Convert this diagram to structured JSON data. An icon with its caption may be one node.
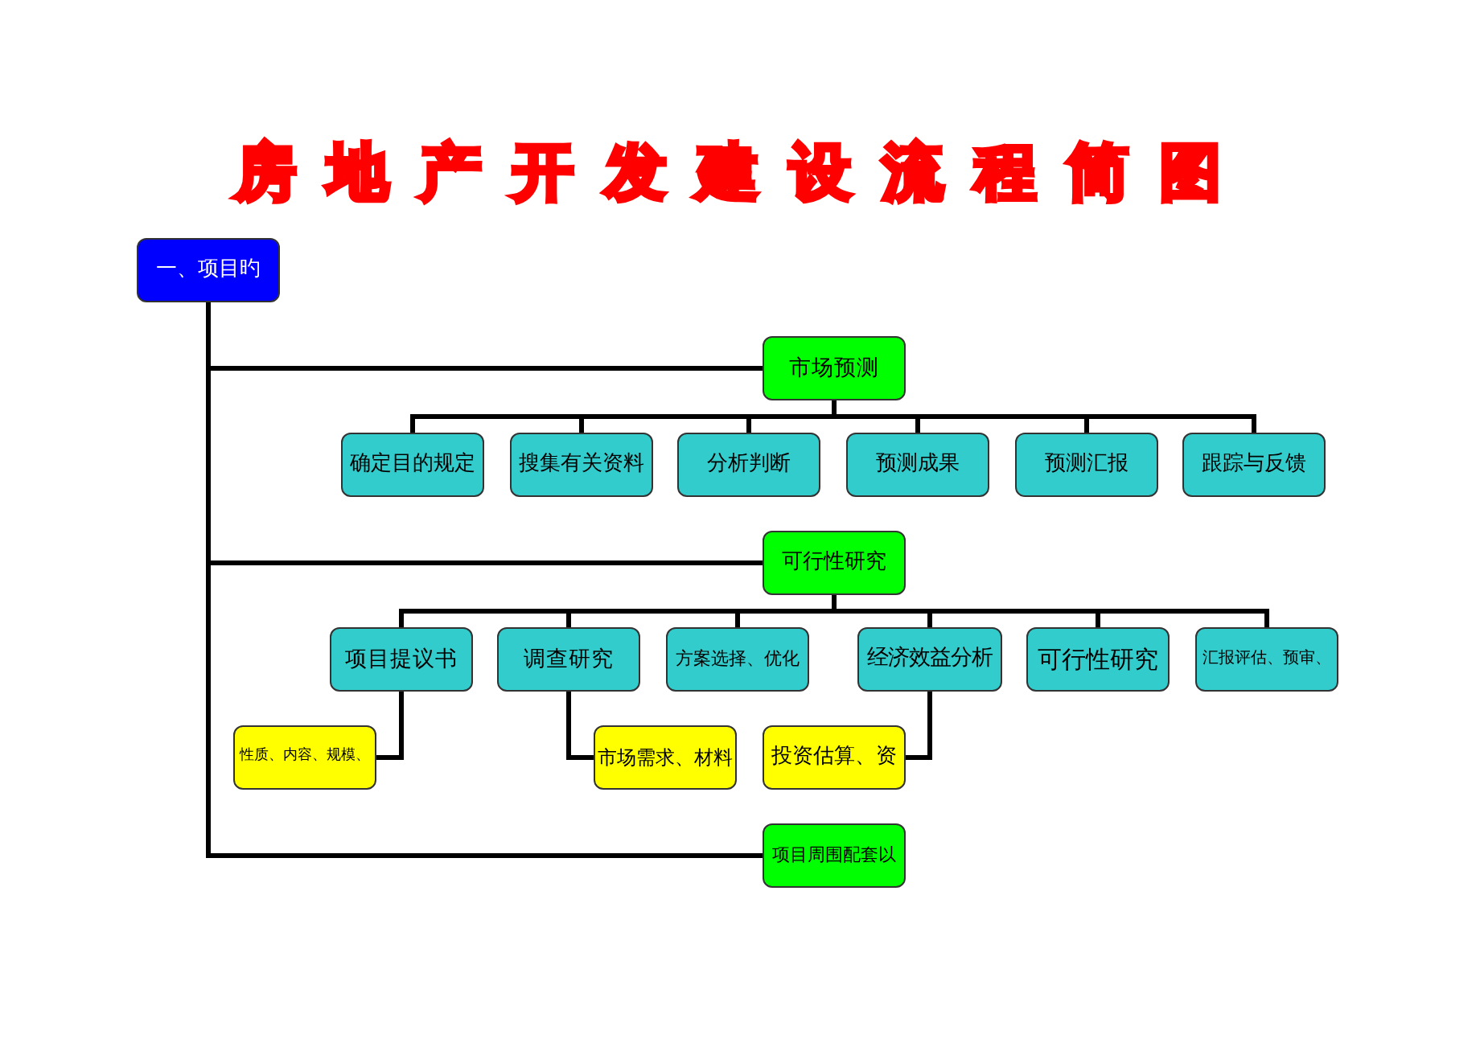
{
  "diagram": {
    "title": "房地产开发建设流程简图",
    "nodes": [
      {
        "text": [
          "一、项目旳"
        ]
      },
      {
        "text": [
          "市场预测"
        ]
      },
      {
        "text": [
          "确定目的规定"
        ]
      },
      {
        "text": [
          "搜集有关资料"
        ]
      },
      {
        "text": [
          "分析判断"
        ]
      },
      {
        "text": [
          "预测成果"
        ]
      },
      {
        "text": [
          "预测汇报"
        ]
      },
      {
        "text": [
          "跟踪与反馈"
        ]
      },
      {
        "text": [
          "可行性研究"
        ]
      },
      {
        "text": [
          "项目提议书"
        ]
      },
      {
        "text": [
          "调查研究"
        ]
      },
      {
        "text": [
          "方案选择、优化"
        ]
      },
      {
        "text": [
          "经济效益分析"
        ]
      },
      {
        "text": [
          "可行性研究"
        ]
      },
      {
        "text": [
          "汇报评估、预审、"
        ]
      },
      {
        "text": [
          "性质、内容、规模、"
        ]
      },
      {
        "text": [
          "市场需求、材料"
        ]
      },
      {
        "text": [
          "投资估算、资"
        ]
      },
      {
        "text": [
          "项目周围配套以"
        ]
      }
    ],
    "edges": [
      {
        "from": 0,
        "to": 1,
        "arrow": "none"
      },
      {
        "from": 1,
        "to": 2,
        "arrow": "none"
      },
      {
        "from": 1,
        "to": 3,
        "arrow": "none"
      },
      {
        "from": 1,
        "to": 4,
        "arrow": "none"
      },
      {
        "from": 1,
        "to": 5,
        "arrow": "none"
      },
      {
        "from": 1,
        "to": 6,
        "arrow": "none"
      },
      {
        "from": 1,
        "to": 7,
        "arrow": "none"
      },
      {
        "from": 0,
        "to": 8,
        "arrow": "none"
      },
      {
        "from": 8,
        "to": 9,
        "arrow": "none"
      },
      {
        "from": 8,
        "to": 10,
        "arrow": "none"
      },
      {
        "from": 8,
        "to": 11,
        "arrow": "none"
      },
      {
        "from": 8,
        "to": 12,
        "arrow": "none"
      },
      {
        "from": 8,
        "to": 13,
        "arrow": "none"
      },
      {
        "from": 8,
        "to": 14,
        "arrow": "none"
      },
      {
        "from": 9,
        "to": 15,
        "arrow": "none"
      },
      {
        "from": 10,
        "to": 16,
        "arrow": "none"
      },
      {
        "from": 12,
        "to": 17,
        "arrow": "none"
      },
      {
        "from": 0,
        "to": 18,
        "arrow": "none"
      }
    ]
  }
}
